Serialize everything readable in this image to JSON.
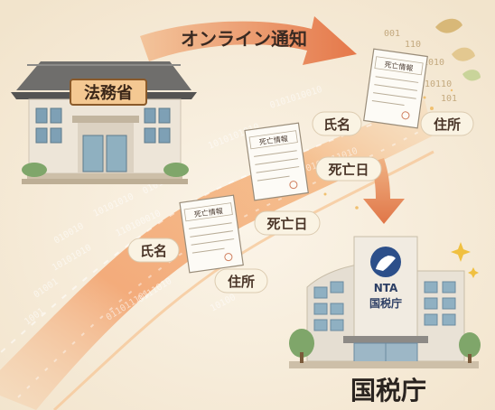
{
  "banner": {
    "label": "オンライン通知"
  },
  "sender": {
    "sign": "法務省"
  },
  "receiver": {
    "logo_text": "NTA",
    "sign": "国税庁",
    "caption": "国税庁"
  },
  "documents": [
    {
      "title": "死亡情報"
    },
    {
      "title": "死亡情報"
    },
    {
      "title": "死亡情報"
    }
  ],
  "tags": {
    "top_name": "氏名",
    "top_address": "住所",
    "mid_date": "死亡日",
    "low_date": "死亡日",
    "low_name": "氏名",
    "low_address": "住所"
  },
  "binary": [
    "0101010010",
    "1010101010",
    "0101011010",
    "01011010",
    "10101010",
    "110100010",
    "010010",
    "10101010",
    "0111010",
    "01001",
    "011011101",
    "10100",
    "1001",
    "001",
    "1010",
    "10110",
    "101",
    "110"
  ],
  "colors": {
    "background": "#f7efe0",
    "stream": "#f2a06a",
    "arrow": "#e27a4a",
    "pill": "#faf3e3",
    "building_wall": "#e9e2d6",
    "sign": "#f4c892",
    "nta_blue": "#2c4f8a"
  }
}
